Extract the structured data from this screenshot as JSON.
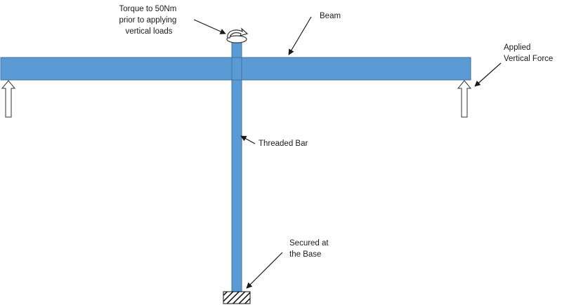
{
  "labels": {
    "torque": [
      "Torque to 50Nm",
      "prior to applying",
      "vertical loads"
    ],
    "beam": "Beam",
    "applied_force": [
      "Applied",
      "Vertical Force"
    ],
    "threaded_bar": "Threaded Bar",
    "secured": [
      "Secured at",
      "the Base"
    ]
  },
  "colors": {
    "beam": "#5b9bd5",
    "beam_outline": "#41719c"
  }
}
